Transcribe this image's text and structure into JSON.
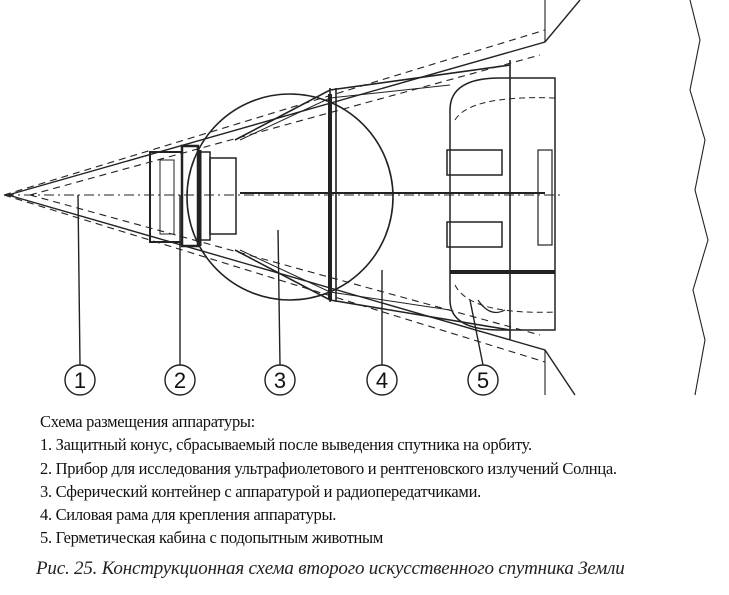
{
  "figure": {
    "callouts": [
      "1",
      "2",
      "3",
      "4",
      "5"
    ]
  },
  "legend": {
    "title": "Схема размещения аппаратуры:",
    "items": [
      "1. Защитный конус, сбрасываемый после выведения спутника на  орбиту.",
      "2. Прибор для исследования ультрафиолетового и рентгеновского излучений Солнца.",
      "3. Сферический контейнер с аппаратурой и радиопередатчиками.",
      "4. Силовая рама для крепления аппаратуры.",
      "5. Герметическая кабина с подопытным животным"
    ]
  },
  "caption": "Рис. 25. Конструкционная схема второго искусственного спутника Земли"
}
